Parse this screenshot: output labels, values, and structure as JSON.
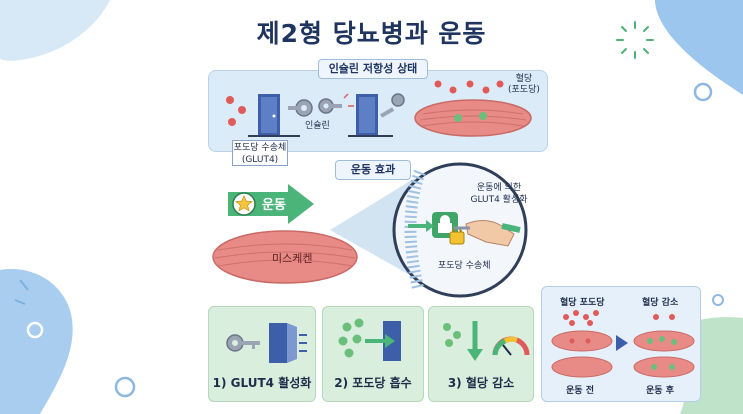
{
  "title": "제2형 당뇨병과 운동",
  "insulin_resistance": {
    "heading": "인슐린 저항성 상태",
    "glut4_label_line1": "포도당 수송체",
    "glut4_label_line2": "(GLUT4)",
    "insulin_label": "인슐린",
    "blood_label_line1": "혈당",
    "blood_label_line2": "(포도당)"
  },
  "exercise_effect": {
    "heading": "운동 효과",
    "exercise_label": "운동",
    "muscle_label": "미스케켄",
    "glut4_activation_line1": "운동에 의한",
    "glut4_activation_line2": "GLUT4 활성화",
    "glucose_transporter": "포도당 수송체"
  },
  "steps": [
    {
      "label": "1) GLUT4 활성화"
    },
    {
      "label": "2) 포도당 흡수"
    },
    {
      "label": "3) 혈당 감소"
    }
  ],
  "comparison": {
    "before_top": "혈당 포도당",
    "after_top": "혈당 감소",
    "before_bottom": "운동 전",
    "after_bottom": "운동 후"
  },
  "colors": {
    "title": "#1f3560",
    "panel_blue": "#dcebf8",
    "step_green": "#d9eedc",
    "muscle": "#e88a86",
    "glucose_red": "#e05a5a",
    "glucose_green": "#6cbf7a",
    "arrow_green": "#4bb478"
  }
}
